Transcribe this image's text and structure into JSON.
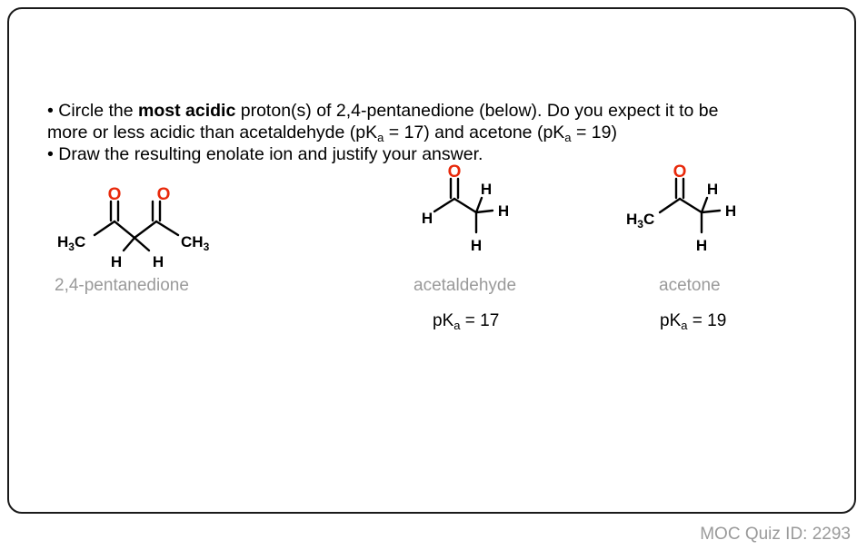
{
  "question": {
    "line1_a": "• Circle the ",
    "line1_bold": "most acidic",
    "line1_b": " proton(s) of 2,4-pentanedione (below). Do you expect it  to be",
    "line2_a": "more or less acidic than acetaldehyde (pK",
    "line2_sub1": "a",
    "line2_b": " = 17) and acetone (pK",
    "line2_sub2": "a",
    "line2_c": " = 19)",
    "line3": "• Draw the resulting enolate ion and justify your answer."
  },
  "molecules": {
    "pentanedione": {
      "name": "2,4-pentanedione",
      "o1": "O",
      "o2": "O",
      "left_h": "H",
      "left_sub": "3",
      "left_c": "C",
      "right_c": "CH",
      "right_sub": "3",
      "h1": "H",
      "h2": "H"
    },
    "acetaldehyde": {
      "name": "acetaldehyde",
      "o": "O",
      "h_ald": "H",
      "h_top": "H",
      "h_right": "H",
      "h_bottom": "H",
      "pka_prefix": "pK",
      "pka_sub": "a",
      "pka_value": " = 17"
    },
    "acetone": {
      "name": "acetone",
      "o": "O",
      "left_h": "H",
      "left_sub": "3",
      "left_c": "C",
      "h_top": "H",
      "h_right": "H",
      "h_bottom": "H",
      "pka_prefix": "pK",
      "pka_sub": "a",
      "pka_value": " = 19"
    }
  },
  "footer": {
    "quiz_id": "MOC Quiz ID: 2293"
  },
  "colors": {
    "oxygen": "#e8290b",
    "label_gray": "#9a9a9a",
    "border": "#1a1a1a"
  }
}
